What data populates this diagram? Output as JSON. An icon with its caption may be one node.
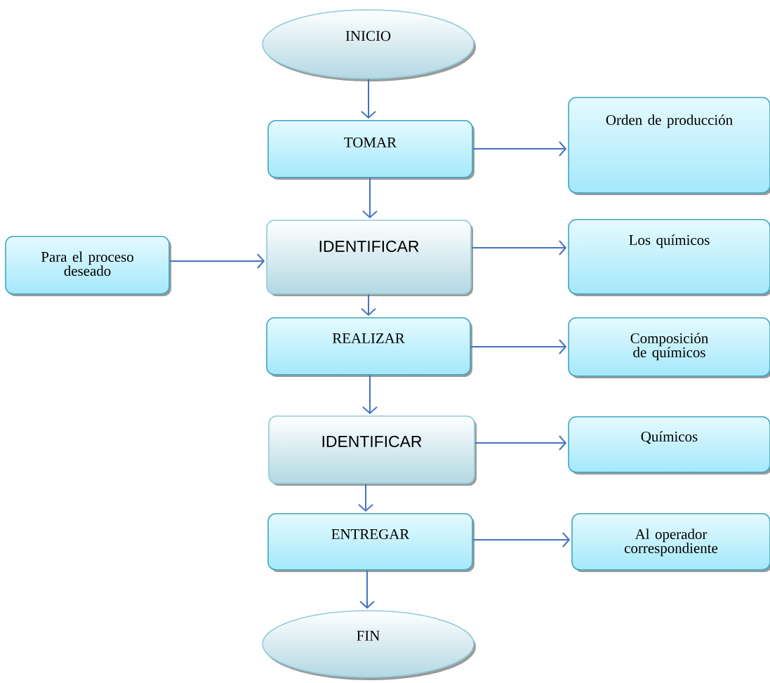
{
  "diagram": {
    "nodes": [
      {
        "text": [
          "INICIO"
        ]
      },
      {
        "text": [
          "TOMAR"
        ]
      },
      {
        "text": [
          "Orden de producción"
        ]
      },
      {
        "text": [
          "Para el proceso deseado"
        ]
      },
      {
        "text": [
          "IDENTIFICAR"
        ]
      },
      {
        "text": [
          "Los químicos"
        ]
      },
      {
        "text": [
          "REALIZAR"
        ]
      },
      {
        "text": [
          "Composición de químicos"
        ]
      },
      {
        "text": [
          "IDENTIFICAR"
        ]
      },
      {
        "text": [
          "Químicos"
        ]
      },
      {
        "text": [
          "ENTREGAR"
        ]
      },
      {
        "text": [
          "Al operador correspondiente"
        ]
      },
      {
        "text": [
          "FIN"
        ]
      }
    ],
    "edges": [
      {
        "from": 0,
        "to": 1,
        "arrow": "to"
      },
      {
        "from": 1,
        "to": 2,
        "arrow": "to"
      },
      {
        "from": 1,
        "to": 4,
        "arrow": "to"
      },
      {
        "from": 3,
        "to": 4,
        "arrow": "to"
      },
      {
        "from": 4,
        "to": 5,
        "arrow": "to"
      },
      {
        "from": 4,
        "to": 6,
        "arrow": "to"
      },
      {
        "from": 6,
        "to": 7,
        "arrow": "to"
      },
      {
        "from": 6,
        "to": 8,
        "arrow": "to"
      },
      {
        "from": 8,
        "to": 9,
        "arrow": "to"
      },
      {
        "from": 8,
        "to": 10,
        "arrow": "to"
      },
      {
        "from": 10,
        "to": 11,
        "arrow": "to"
      },
      {
        "from": 10,
        "to": 12,
        "arrow": "to"
      }
    ]
  }
}
